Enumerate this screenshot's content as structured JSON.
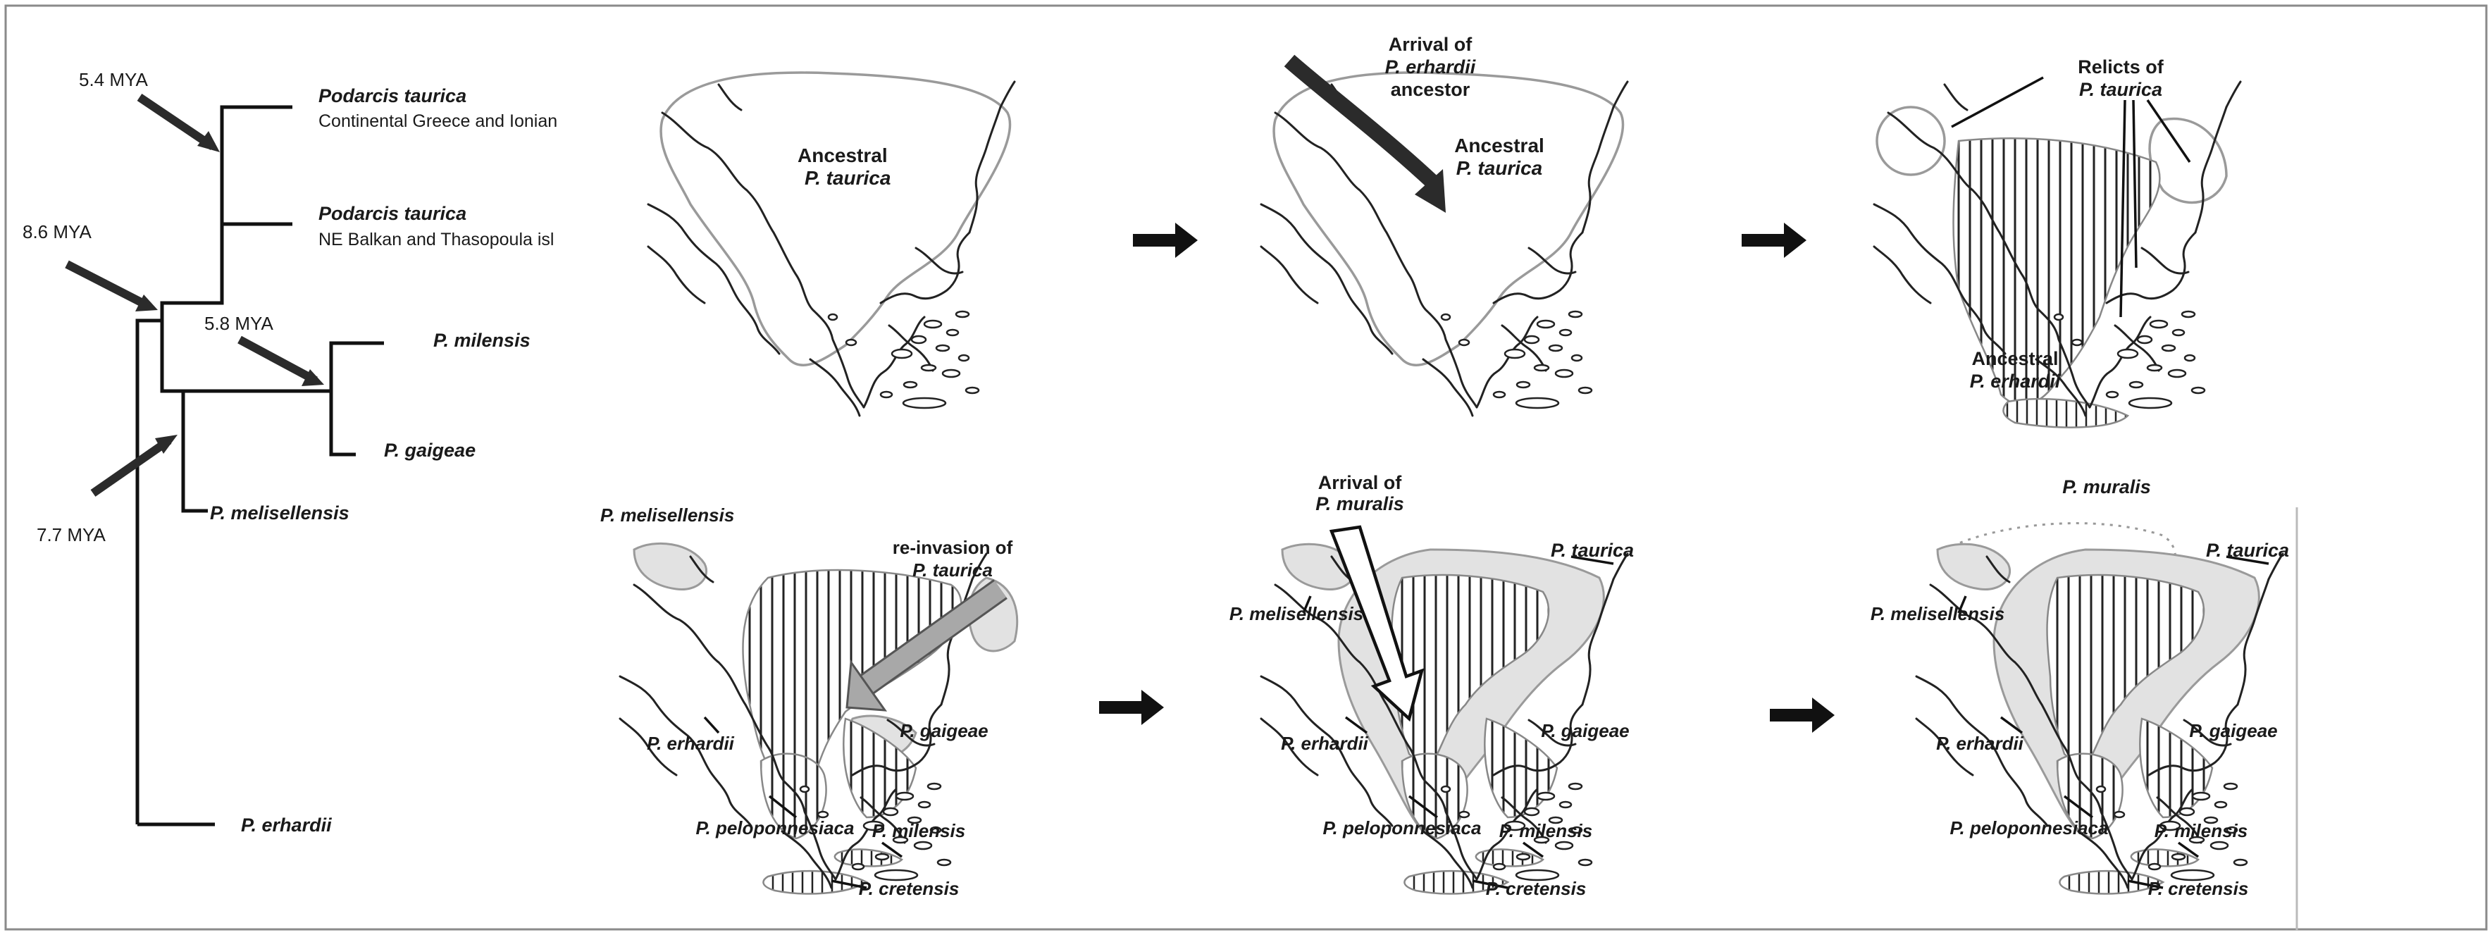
{
  "colors": {
    "ink": "#1a1a1a",
    "gray_fill": "#e2e2e2",
    "gray_line": "#9a9a9a",
    "border": "#8a8a8a",
    "arrow_dark": "#2b2b2b",
    "arrow_mid": "#999999"
  },
  "tree": {
    "nodes": [
      {
        "age": "5.4 MYA"
      },
      {
        "age": "8.6 MYA"
      },
      {
        "age": "5.8 MYA"
      },
      {
        "age": "7.7 MYA"
      }
    ],
    "tips": [
      {
        "name": "Podarcis taurica",
        "locality": "Continental Greece and Ionian"
      },
      {
        "name": "Podarcis taurica",
        "locality": "NE Balkan and Thasopoula isl"
      },
      {
        "name": "P. milensis"
      },
      {
        "name": "P. gaigeae"
      },
      {
        "name": "P. melisellensis"
      },
      {
        "name": "P. erhardii"
      }
    ]
  },
  "maps": {
    "m1": {
      "ancestral_a": "Ancestral",
      "ancestral_b": "P. taurica"
    },
    "m2": {
      "arrival_a": "Arrival of",
      "arrival_b": "P. erhardii",
      "arrival_c": "ancestor",
      "ancestral_a": "Ancestral",
      "ancestral_b": "P. taurica"
    },
    "m3": {
      "relicts_a": "Relicts of",
      "relicts_b": "P. taurica",
      "ancestral_a": "Ancestral",
      "ancestral_b": "P. erhardii"
    },
    "m4": {
      "reinv_a": "re-invasion of",
      "reinv_b": "P. taurica",
      "melisellensis": "P. melisellensis",
      "erhardii": "P. erhardii",
      "gaigeae": "P. gaigeae",
      "peloponnesiaca": "P. peloponnesiaca",
      "milensis": "P. milensis",
      "cretensis": "P. cretensis"
    },
    "m5": {
      "arrival_a": "Arrival of",
      "arrival_b": "P. muralis",
      "taurica": "P. taurica",
      "melisellensis": "P. melisellensis",
      "erhardii": "P. erhardii",
      "gaigeae": "P. gaigeae",
      "peloponnesiaca": "P. peloponnesiaca",
      "milensis": "P. milensis",
      "cretensis": "P. cretensis"
    },
    "m6": {
      "muralis": "P. muralis",
      "taurica": "P. taurica",
      "melisellensis": "P. melisellensis",
      "erhardii": "P. erhardii",
      "gaigeae": "P. gaigeae",
      "peloponnesiaca": "P. peloponnesiaca",
      "milensis": "P. milensis",
      "cretensis": "P. cretensis"
    }
  }
}
